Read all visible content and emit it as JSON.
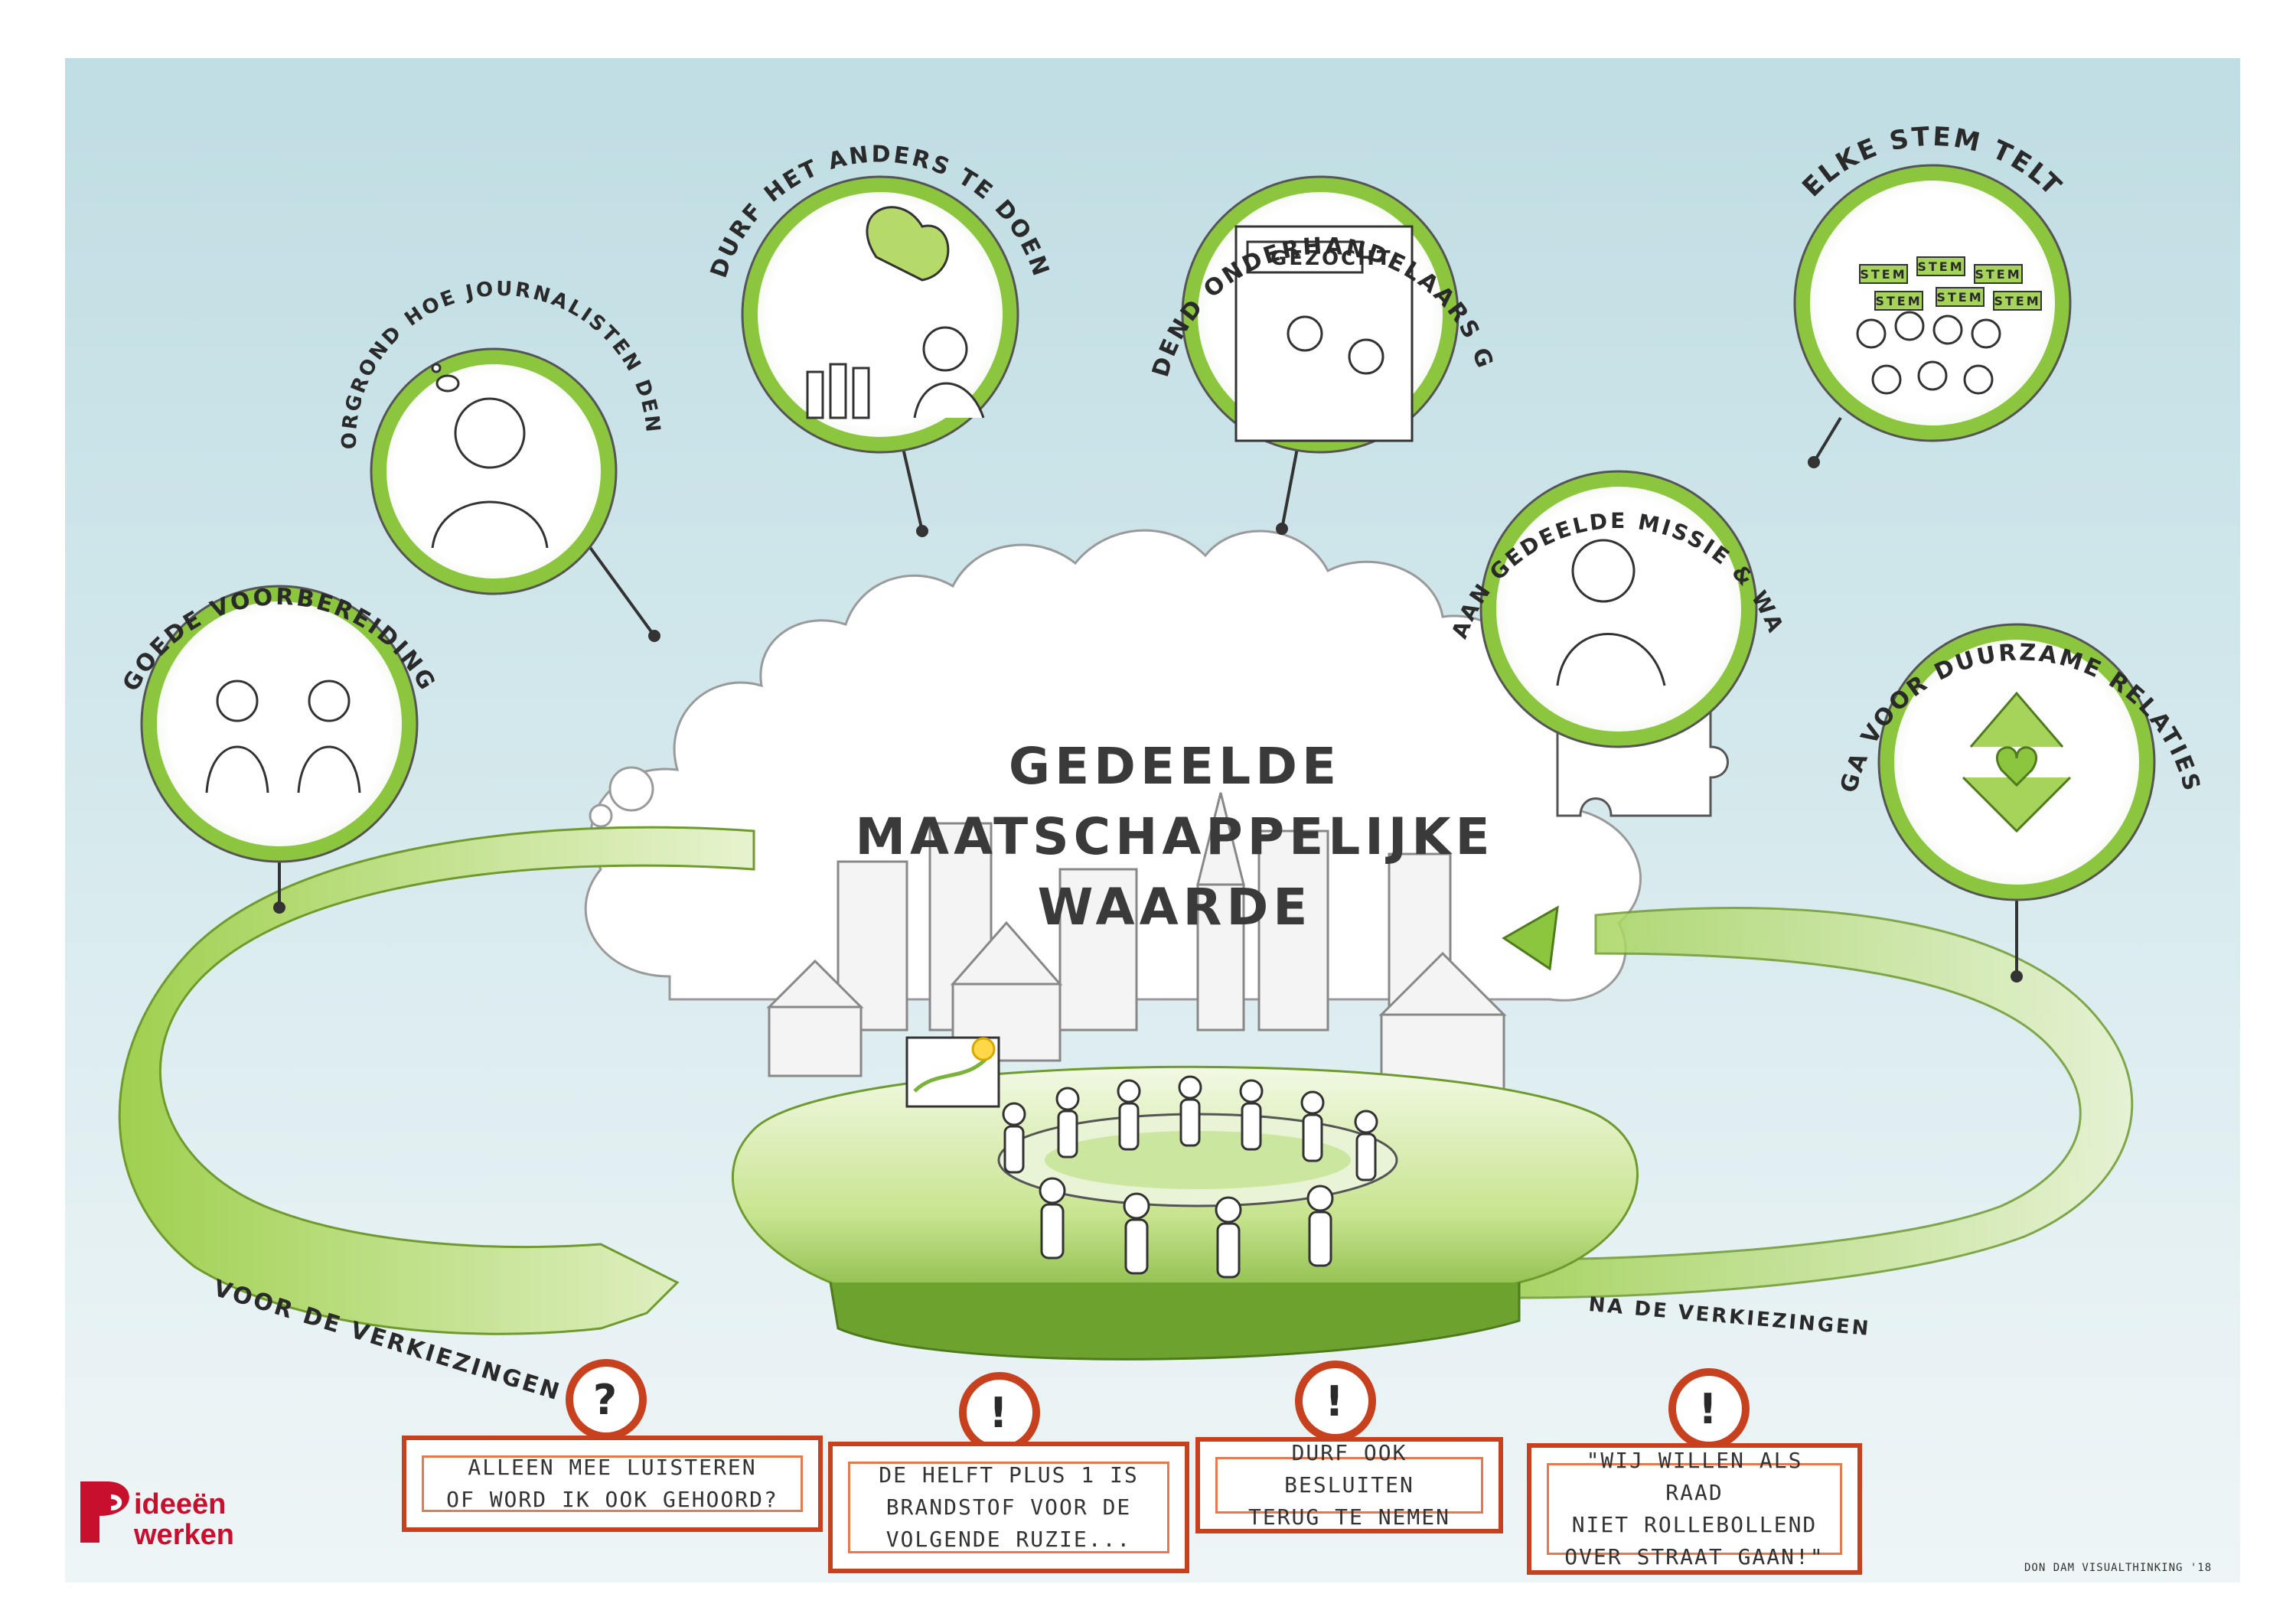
{
  "title": {
    "line1": "GEDEELDE",
    "line2": "MAATSCHAPPELIJKE WAARDE"
  },
  "topics": [
    {
      "label": "DOORGROND HOE JOURNALISTEN DENKEN"
    },
    {
      "label": "DURF HET ANDERS TE DOEN"
    },
    {
      "label": "VERBINDEND ONDERHANDELAARS GEZOCHT"
    },
    {
      "label": "ELKE STEM TELT"
    },
    {
      "label": "GOEDE VOORBEREIDING"
    },
    {
      "label": "WERK AAN GEDEELDE MISSIE & WAARDEN"
    },
    {
      "label": "GA VOOR DUURZAME RELATIES"
    }
  ],
  "sign_text": "GEZOCHT",
  "stem_signs": [
    "STEM",
    "STEM",
    "STEM",
    "STEM",
    "STEM",
    "STEM"
  ],
  "phases": {
    "before": "VOOR DE VERKIEZINGEN",
    "after": "NA DE VERKIEZINGEN"
  },
  "notes": [
    {
      "icon": "?",
      "line1": "ALLEEN MEE LUISTEREN",
      "line2": "OF WORD IK OOK GEHOORD?"
    },
    {
      "icon": "!",
      "line1": "DE HELFT PLUS 1 IS",
      "line2": "BRANDSTOF VOOR DE",
      "line3": "VOLGENDE RUZIE..."
    },
    {
      "icon": "!",
      "line1": "DURF OOK BESLUITEN",
      "line2": "TERUG TE NEMEN"
    },
    {
      "icon": "!",
      "line1": "\"WIJ WILLEN ALS RAAD",
      "line2": "NIET ROLLEBOLLEND",
      "line3": "OVER STRAAT GAAN!\""
    }
  ],
  "logo": {
    "line1": "ideeën",
    "line2": "werken"
  },
  "credit": "DON DAM VISUALTHINKING '18",
  "colors": {
    "accent_green": "#8cc63f",
    "note_border": "#c8411e",
    "logo_red": "#c8102e"
  }
}
